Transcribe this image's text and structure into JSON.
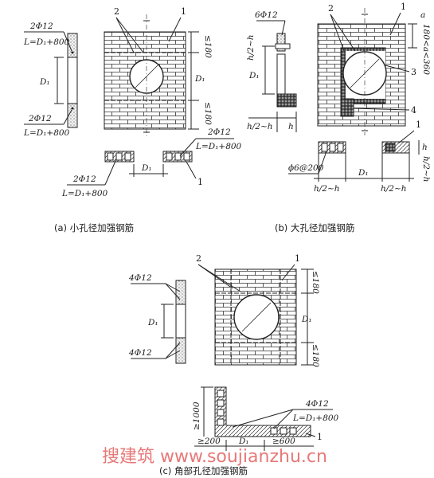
{
  "panel_a": {
    "caption": "(a) 小孔径加强钢筋",
    "callout_1": "1",
    "callout_2": "2",
    "bar_top": "2Φ12",
    "len_top": "L=D₁+800",
    "bar_bottom": "2Φ12",
    "len_bottom": "L=D₁+800",
    "diameter_left": "D₁",
    "diameter_right": "D₁",
    "dim_top": "≤180",
    "dim_bottom": "≤180",
    "plan_bar_right": "2Φ12",
    "plan_len_right": "L=D₁+800",
    "plan_bar_left": "2Φ12",
    "plan_len_left": "L=D₁+800",
    "plan_diameter": "D₁",
    "plan_callout": "1"
  },
  "panel_b": {
    "caption": "(b) 大孔径加强钢筋",
    "bar": "6Φ12",
    "h2": "h/2~h",
    "diameter": "D₁",
    "h2_bottom": "h/2~h",
    "h": "h",
    "callout_1": "1",
    "callout_2": "2",
    "callout_3": "3",
    "callout_4": "4",
    "dim_a": "180<a<360",
    "dim_a_label": "a",
    "plan_callout": "1",
    "plan_h": "h",
    "stirrup": "ϕ6@200",
    "plan_diameter": "D₁",
    "plan_h2_left": "h/2~h",
    "plan_h2_right": "h/2~h",
    "plan_h2_side": "h/2~h"
  },
  "panel_c": {
    "caption": "(c) 角部孔径加强钢筋",
    "callout_1": "1",
    "callout_2": "2",
    "bar_top": "4Φ12",
    "bar_bottom": "4Φ12",
    "diameter": "D₁",
    "dim_top": "≤180",
    "dim_bottom": "≤180",
    "vertical_len": "≥1000",
    "plan_bar": "4Φ12",
    "plan_len": "L=D₁+800",
    "left_len": "≥200",
    "plan_diameter": "D₁",
    "right_len": "≥600",
    "plan_callout": "1"
  },
  "watermark": "搜建筑 www.soujianzhu.cn"
}
